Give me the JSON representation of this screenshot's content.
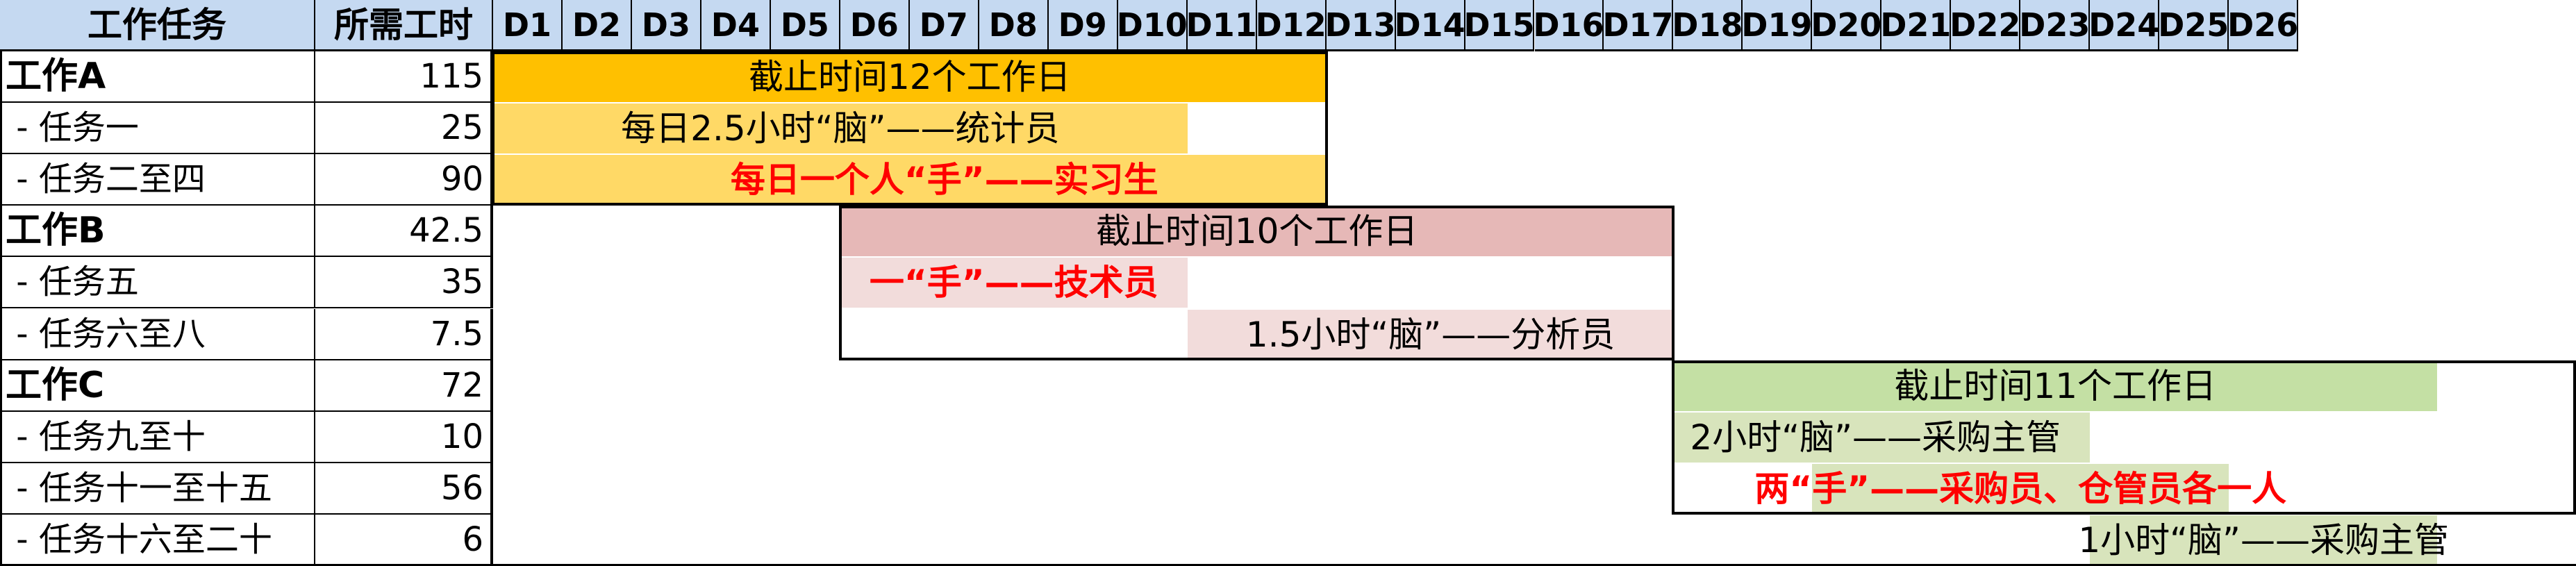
{
  "header": {
    "task_col": "工作任务",
    "hours_col": "所需工时",
    "days": [
      "D1",
      "D2",
      "D3",
      "D4",
      "D5",
      "D6",
      "D7",
      "D8",
      "D9",
      "D10",
      "D11",
      "D12",
      "D13",
      "D14",
      "D15",
      "D16",
      "D17",
      "D18",
      "D19",
      "D20",
      "D21",
      "D22",
      "D23",
      "D24",
      "D25",
      "D26"
    ]
  },
  "rows": [
    {
      "name": "工作A",
      "hours": "115",
      "group": true
    },
    {
      "name": " - 任务一",
      "hours": "25",
      "group": false
    },
    {
      "name": " - 任务二至四",
      "hours": "90",
      "group": false
    },
    {
      "name": "工作B",
      "hours": "42.5",
      "group": true
    },
    {
      "name": " - 任务五",
      "hours": "35",
      "group": false
    },
    {
      "name": " - 任务六至八",
      "hours": "7.5",
      "group": false
    },
    {
      "name": "工作C",
      "hours": "72",
      "group": true
    },
    {
      "name": " - 任务九至十",
      "hours": "10",
      "group": false
    },
    {
      "name": " - 任务十一至十五",
      "hours": "56",
      "group": false
    },
    {
      "name": " - 任务十六至二十",
      "hours": "6",
      "group": false
    }
  ],
  "colors": {
    "header_bg": "#c5d9f1",
    "a_dark": "#ffc000",
    "a_light": "#ffd966",
    "b_dark": "#e6b8b7",
    "b_light": "#f2dcdb",
    "c_dark": "#c4e0a4",
    "c_light": "#d8e4bc",
    "highlight_text": "#ff0000"
  },
  "bars": [
    {
      "row": 0,
      "start": 1,
      "end": 12,
      "fill": "a_dark",
      "label": "截止时间12个工作日",
      "style": "normal"
    },
    {
      "row": 1,
      "start": 1,
      "end": 10,
      "fill": "a_light",
      "label": "每日2.5小时“脑”——统计员",
      "style": "normal"
    },
    {
      "row": 2,
      "start": 1,
      "end": 12,
      "fill": "a_light",
      "label": "每日一个人“手”——实习生",
      "style": "red",
      "label_start": 4,
      "label_end": 10
    },
    {
      "row": 3,
      "start": 6,
      "end": 17,
      "fill": "b_dark",
      "label": "截止时间10个工作日",
      "style": "normal"
    },
    {
      "row": 4,
      "start": 6,
      "end": 10,
      "fill": "b_light",
      "label": "一“手”——技术员",
      "style": "red"
    },
    {
      "row": 5,
      "start": 11,
      "end": 17,
      "fill": "b_light",
      "label": "1.5小时“脑”——分析员",
      "style": "normal"
    },
    {
      "row": 6,
      "start": 18,
      "end": 28,
      "fill": "c_dark",
      "label": "截止时间11个工作日",
      "style": "normal"
    },
    {
      "row": 7,
      "start": 18,
      "end": 23,
      "fill": "c_light",
      "label": "2小时“脑”——采购主管",
      "style": "left"
    },
    {
      "row": 8,
      "start": 20,
      "end": 25,
      "fill": "c_light",
      "label": "两“手”——采购员、仓管员各一人",
      "style": "red"
    },
    {
      "row": 9,
      "start": 24,
      "end": 28,
      "fill": "c_light",
      "label": "1小时“脑”——采购主管",
      "style": "normal"
    }
  ]
}
